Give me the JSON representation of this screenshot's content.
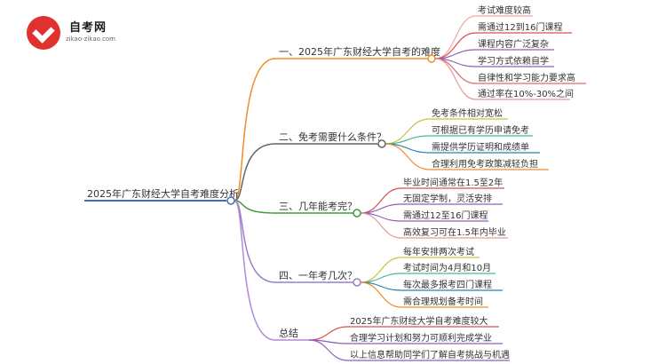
{
  "logo": {
    "title": "自考网",
    "url": "zikao-zikao.com",
    "badge_color": "#e0312e"
  },
  "root": {
    "label": "2025年广东财经大学自考难度分析"
  },
  "branches": [
    {
      "label": "一、2025年广东财经大学自考的难度",
      "color": "#f28c28",
      "leaves": [
        {
          "label": "考试难度较高",
          "color": "#f4a6a0"
        },
        {
          "label": "需通过12到16门课程",
          "color": "#d94f4f"
        },
        {
          "label": "课程内容广泛复杂",
          "color": "#8e5fb8"
        },
        {
          "label": "学习方式依赖自学",
          "color": "#8e5fb8"
        },
        {
          "label": "自律性和学习能力要求高",
          "color": "#d96a6a"
        },
        {
          "label": "通过率在10%-30%之间",
          "color": "#e89a94"
        }
      ]
    },
    {
      "label": "二、免考需要什么条件？",
      "color": "#666666",
      "leaves": [
        {
          "label": "免考条件相对宽松",
          "color": "#c9c23a"
        },
        {
          "label": "可根据已有学历申请免考",
          "color": "#47b98f"
        },
        {
          "label": "需提供学历证明和成绩单",
          "color": "#2f7db5"
        },
        {
          "label": "合理利用免考政策减轻负担",
          "color": "#f28c28"
        }
      ]
    },
    {
      "label": "三、几年能考完？",
      "color": "#3d9b3d",
      "leaves": [
        {
          "label": "毕业时间通常在1.5至2年",
          "color": "#d94f4f"
        },
        {
          "label": "无固定学制，灵活安排",
          "color": "#8e5fb8"
        },
        {
          "label": "需通过12至16门课程",
          "color": "#8e5fb8"
        },
        {
          "label": "高效复习可在1.5年内毕业",
          "color": "#e89a94"
        }
      ]
    },
    {
      "label": "四、一年考几次？",
      "color": "#9a7fc8",
      "leaves": [
        {
          "label": "每年安排两次考试",
          "color": "#c9c23a"
        },
        {
          "label": "考试时间为4月和10月",
          "color": "#47b98f"
        },
        {
          "label": "每次最多报考四门课程",
          "color": "#2f7db5"
        },
        {
          "label": "需合理规划备考时间",
          "color": "#f28c28"
        }
      ]
    },
    {
      "label": "总结",
      "color": "#b08ad6",
      "leaves": [
        {
          "label": "2025年广东财经大学自考难度较大",
          "color": "#d94f4f"
        },
        {
          "label": "合理学习计划和努力可顺利完成学业",
          "color": "#8e5fb8"
        },
        {
          "label": "以上信息帮助同学们了解自考挑战与机遇",
          "color": "#8e5fb8"
        }
      ]
    }
  ],
  "colors": {
    "root_line": "#3f6fb5",
    "text": "#333333"
  }
}
